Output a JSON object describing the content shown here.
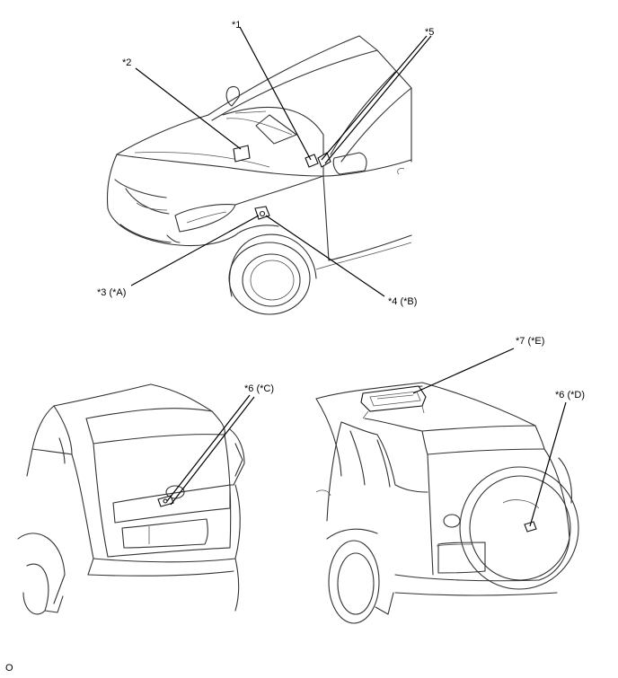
{
  "callouts": {
    "c1": "*1",
    "c2": "*2",
    "c3": "*3 (*A)",
    "c4": "*4 (*B)",
    "c5": "*5",
    "c6c": "*6 (*C)",
    "c6d": "*6 (*D)",
    "c7": "*7 (*E)"
  },
  "figure_code": "O"
}
